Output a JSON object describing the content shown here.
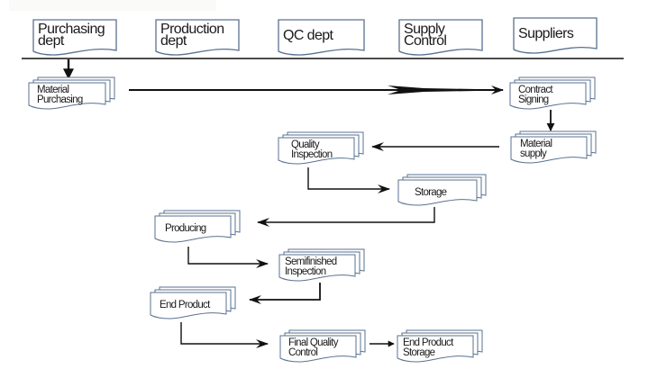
{
  "colors": {
    "shape_stroke": "#5a7190",
    "shape_fill": "#ffffff",
    "line": "#111111",
    "text": "#1a1a1a"
  },
  "departments": [
    {
      "id": "purchasing",
      "lines": [
        "Purchasing",
        "dept"
      ]
    },
    {
      "id": "production",
      "lines": [
        "Production",
        "dept"
      ]
    },
    {
      "id": "qc",
      "lines": [
        "QC dept"
      ]
    },
    {
      "id": "supply-control",
      "lines": [
        "Supply",
        "Control"
      ]
    },
    {
      "id": "suppliers",
      "lines": [
        "Suppliers"
      ]
    }
  ],
  "steps": [
    {
      "id": "material-purchasing",
      "lines": [
        "Material",
        "Purchasing"
      ],
      "lane": "purchasing"
    },
    {
      "id": "contract-signing",
      "lines": [
        "Contract",
        "Signing"
      ],
      "lane": "suppliers"
    },
    {
      "id": "material-supply",
      "lines": [
        "Material",
        "supply"
      ],
      "lane": "suppliers"
    },
    {
      "id": "quality-inspection",
      "lines": [
        "Quality",
        "Inspection"
      ],
      "lane": "qc"
    },
    {
      "id": "storage",
      "lines": [
        "Storage"
      ],
      "lane": "supply-control"
    },
    {
      "id": "producing",
      "lines": [
        "Producing"
      ],
      "lane": "production"
    },
    {
      "id": "semifinished-inspection",
      "lines": [
        "Semifinished",
        "Inspection"
      ],
      "lane": "qc"
    },
    {
      "id": "end-product",
      "lines": [
        "End Product"
      ],
      "lane": "production"
    },
    {
      "id": "final-quality-control",
      "lines": [
        "Final Quality",
        "Control"
      ],
      "lane": "qc"
    },
    {
      "id": "end-product-storage",
      "lines": [
        "End Product",
        "Storage"
      ],
      "lane": "supply-control"
    }
  ],
  "flows": [
    {
      "from": "purchasing-header",
      "to": "material-purchasing"
    },
    {
      "from": "material-purchasing",
      "to": "contract-signing"
    },
    {
      "from": "contract-signing",
      "to": "material-supply"
    },
    {
      "from": "material-supply",
      "to": "quality-inspection"
    },
    {
      "from": "quality-inspection",
      "to": "storage"
    },
    {
      "from": "storage",
      "to": "producing"
    },
    {
      "from": "producing",
      "to": "semifinished-inspection"
    },
    {
      "from": "semifinished-inspection",
      "to": "end-product"
    },
    {
      "from": "end-product",
      "to": "final-quality-control"
    },
    {
      "from": "final-quality-control",
      "to": "end-product-storage"
    }
  ]
}
